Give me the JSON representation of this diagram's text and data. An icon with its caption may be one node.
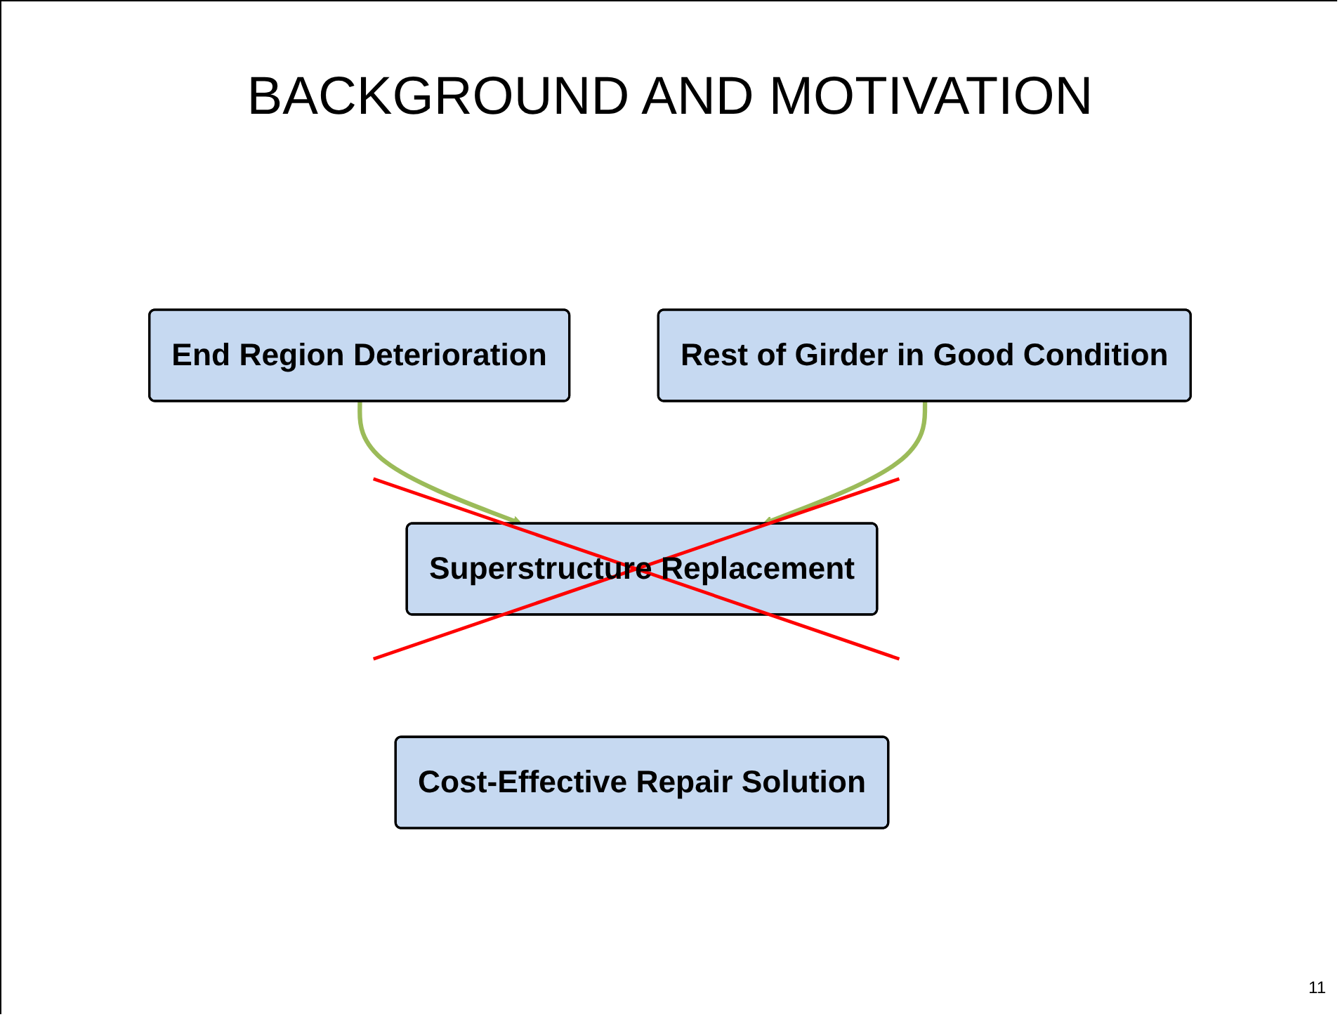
{
  "diagram": {
    "title": "BACKGROUND AND MOTIVATION",
    "nodes": [
      {
        "text": [
          "End Region Deterioration"
        ]
      },
      {
        "text": [
          "Rest of Girder in Good Condition"
        ]
      },
      {
        "text": [
          "Superstructure Replacement"
        ]
      },
      {
        "text": [
          "Cost-Effective Repair Solution"
        ]
      }
    ],
    "edges": [
      {
        "from": 0,
        "to": 2,
        "arrow": "to"
      },
      {
        "from": 1,
        "to": 2,
        "arrow": "to"
      }
    ],
    "labels": [
      "11"
    ]
  }
}
